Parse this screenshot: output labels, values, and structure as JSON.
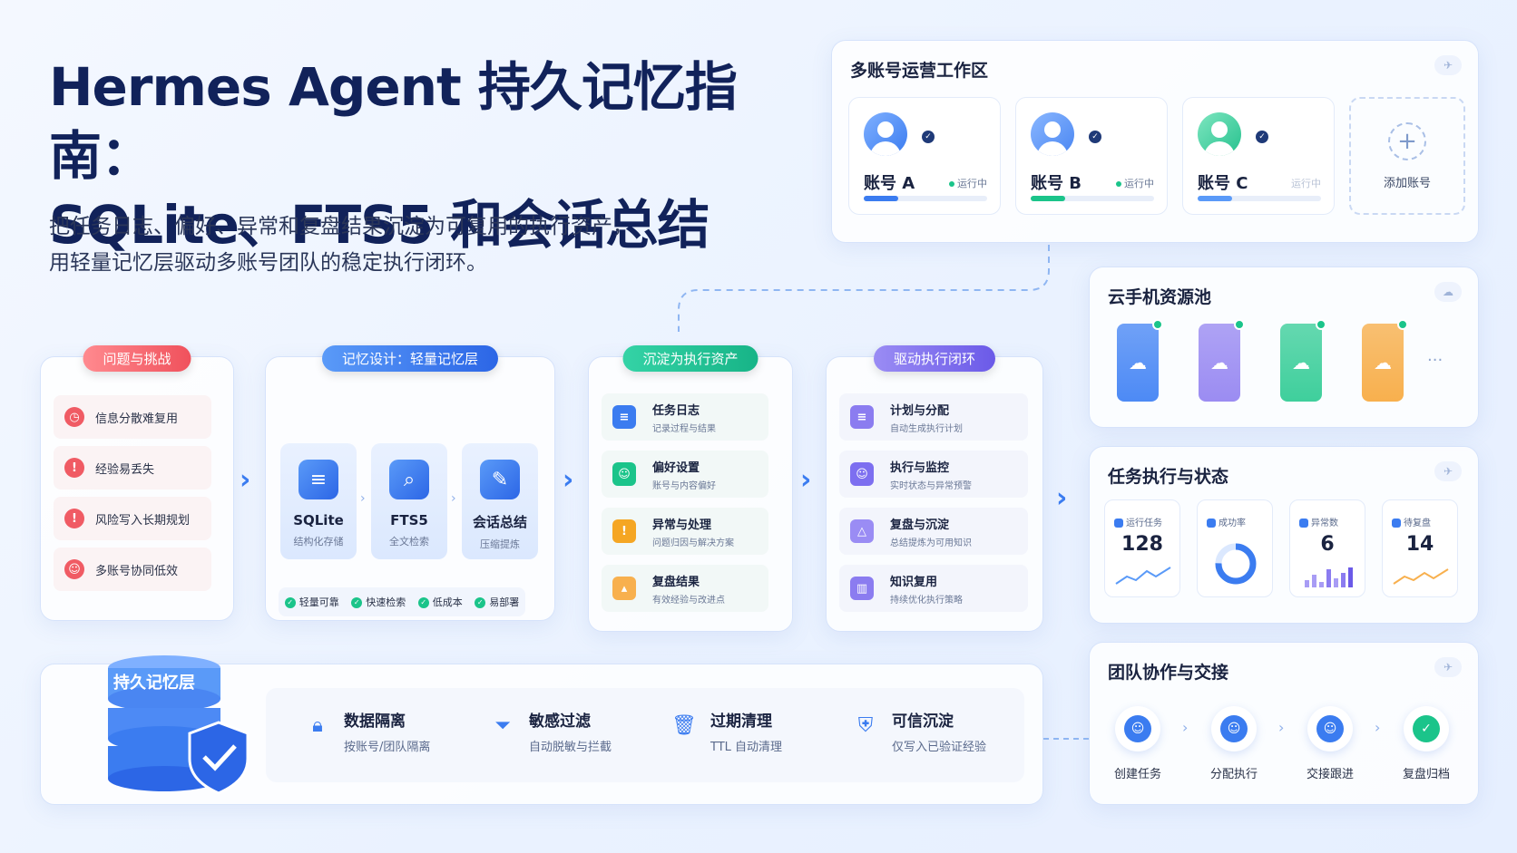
{
  "title_line1": "Hermes Agent 持久记忆指南：",
  "title_line2": "SQLite、FTS5 和会话总结",
  "subtitle_line1": "把任务日志、偏好、异常和复盘结果沉淀为可复用的执行资产，",
  "subtitle_line2": "用轻量记忆层驱动多账号团队的稳定执行闭环。",
  "workspace": {
    "title": "多账号运营工作区",
    "accounts": [
      {
        "name": "账号 A",
        "status": "运行中",
        "progress": 0.28,
        "color": "#3b7cf0"
      },
      {
        "name": "账号 B",
        "status": "运行中",
        "progress": 0.28,
        "color": "#1bc48a"
      },
      {
        "name": "账号 C",
        "status": "运行中",
        "progress": 0.28,
        "color": "#5a9af8"
      }
    ],
    "add_label": "添加账号"
  },
  "problems": {
    "pill": "问题与挑战",
    "items": [
      "信息分散难复用",
      "经验易丢失",
      "风险写入长期规划",
      "多账号协同低效"
    ]
  },
  "memory_design": {
    "pill": "记忆设计：轻量记忆层",
    "boxes": [
      {
        "label": "SQLite",
        "sub": "结构化存储"
      },
      {
        "label": "FTS5",
        "sub": "全文检索"
      },
      {
        "label": "会话总结",
        "sub": "压缩提炼"
      }
    ],
    "tags": [
      "轻量可靠",
      "快速检索",
      "低成本",
      "易部署"
    ]
  },
  "assets": {
    "pill": "沉淀为执行资产",
    "items": [
      {
        "title": "任务日志",
        "sub": "记录过程与结果"
      },
      {
        "title": "偏好设置",
        "sub": "账号与内容偏好"
      },
      {
        "title": "异常与处理",
        "sub": "问题归因与解决方案"
      },
      {
        "title": "复盘结果",
        "sub": "有效经验与改进点"
      }
    ]
  },
  "loop": {
    "pill": "驱动执行闭环",
    "items": [
      {
        "title": "计划与分配",
        "sub": "自动生成执行计划"
      },
      {
        "title": "执行与监控",
        "sub": "实时状态与异常预警"
      },
      {
        "title": "复盘与沉淀",
        "sub": "总结提炼为可用知识"
      },
      {
        "title": "知识复用",
        "sub": "持续优化执行策略"
      }
    ]
  },
  "phone_pool": {
    "title": "云手机资源池",
    "more": "···",
    "phones": [
      "#4d8af5",
      "#9b8cf2",
      "#3fcf9c",
      "#f8b04e"
    ]
  },
  "task_status": {
    "title": "任务执行与状态",
    "stats": [
      {
        "label": "运行任务",
        "value": "128"
      },
      {
        "label": "成功率",
        "value": ""
      },
      {
        "label": "异常数",
        "value": "6"
      },
      {
        "label": "待复盘",
        "value": "14"
      }
    ]
  },
  "team": {
    "title": "团队协作与交接",
    "steps": [
      "创建任务",
      "分配执行",
      "交接跟进",
      "复盘归档"
    ]
  },
  "memory_layer": {
    "badge": "持久记忆层",
    "features": [
      {
        "title": "数据隔离",
        "sub": "按账号/团队隔离"
      },
      {
        "title": "敏感过滤",
        "sub": "自动脱敏与拦截"
      },
      {
        "title": "过期清理",
        "sub": "TTL 自动清理"
      },
      {
        "title": "可信沉淀",
        "sub": "仅写入已验证经验"
      }
    ]
  }
}
